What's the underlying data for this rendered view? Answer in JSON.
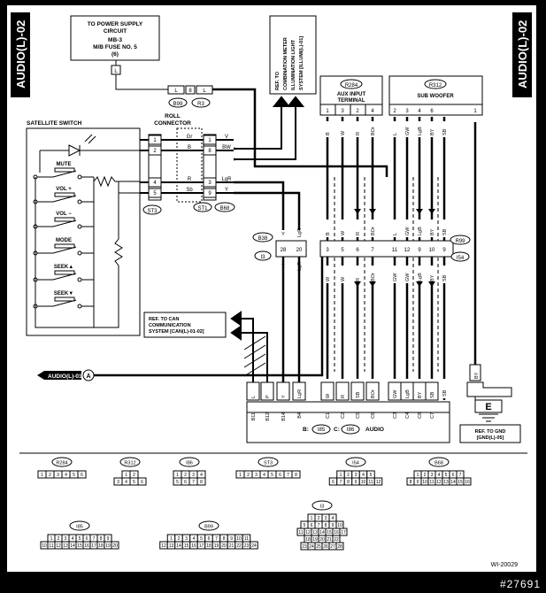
{
  "tabs": {
    "left": "AUDIO(L)-02",
    "right": "AUDIO(L)-02"
  },
  "power": {
    "line1": "TO POWER SUPPLY",
    "line2": "CIRCUIT",
    "line3": "MB-3",
    "line4": "M/B FUSE NO. 5",
    "line5": "(6)"
  },
  "refs": {
    "illum": [
      "REF. TO",
      "COMBINATION METER",
      "ILLUMINATION LIGHT",
      "SYSTEM [ILLUMI(L)-01]"
    ],
    "can": [
      "REF. TO CAN",
      "COMMUNICATION",
      "SYSTEM [CAN(L)-01-02]"
    ],
    "gnd": [
      "REF. TO GND",
      "[GND(L)-05]"
    ]
  },
  "blocks": {
    "satellite": "SATELLITE SWITCH",
    "roll": [
      "ROLL",
      "CONNECTOR"
    ],
    "aux": [
      "AUX INPUT",
      "TERMINAL"
    ],
    "sub": "SUB WOOFER",
    "audio": "AUDIO"
  },
  "switch_labels": [
    "MUTE",
    "VOL +",
    "VOL −",
    "MODE",
    "SEEK▲",
    "SEEK▼"
  ],
  "connectors": {
    "b99": "B99",
    "r3": "R3",
    "st3": "ST3",
    "st1": "ST1",
    "b68": "B68",
    "b38": "B38",
    "i3": "I3",
    "r284": "R284",
    "r312": "R312",
    "r99": "R99",
    "i54": "I54",
    "b": "B:",
    "i85": "I85",
    "c": "C:",
    "i86": "I86",
    "a": "A",
    "audio_l01": "AUDIO(L)-01",
    "e": "E"
  },
  "wire_colors": {
    "L": "L",
    "V": "V",
    "BW": "BW",
    "Gr": "Gr",
    "B": "B",
    "R": "R",
    "Sb": "Sb",
    "LgR": "LgR",
    "Y": "Y",
    "W": "W",
    "SB": "SB",
    "BOr": "BOr",
    "GW": "GW",
    "LgB": "LgB",
    "BY": "BY",
    "P": "P"
  },
  "pins": {
    "roll_left": [
      "1",
      "2",
      "4",
      "5"
    ],
    "roll_right": [
      "1",
      "8",
      "3",
      "9"
    ],
    "aux": [
      "1",
      "3",
      "2",
      "4"
    ],
    "sub": [
      "2",
      "3",
      "4",
      "6",
      "1"
    ],
    "b38_i3": [
      "28",
      "20"
    ],
    "r99_i54": [
      "11",
      "12",
      "9",
      "10"
    ],
    "mid_aux": [
      "3",
      "5",
      "6",
      "7"
    ],
    "audio": [
      "B11",
      "B12",
      "B14",
      "B4",
      "C1",
      "C2",
      "C5",
      "C6",
      "C3",
      "C4",
      "C8",
      "C7"
    ]
  },
  "footer": {
    "diagram_id": "WI-20029",
    "watermark": "#27691",
    "r284_pins": [
      "1",
      "2",
      "3",
      "4",
      "5",
      "6"
    ],
    "r312_pins": [
      "1",
      "2",
      "3",
      "4",
      "5",
      "6"
    ],
    "st3_pins": [
      "1",
      "2",
      "3",
      "4",
      "5",
      "6",
      "7",
      "8"
    ],
    "i54_top": [
      "1",
      "2",
      "3",
      "4",
      "5"
    ],
    "i54_bottom": [
      "6",
      "7",
      "8",
      "9",
      "10",
      "11",
      "12"
    ],
    "b68_top": [
      "1",
      "2",
      "3",
      "4",
      "5",
      "6",
      "7"
    ],
    "b68_bottom": [
      "8",
      "9",
      "10",
      "11",
      "12",
      "13",
      "14",
      "15",
      "16"
    ],
    "i86_top": [
      "1",
      "2",
      "3",
      "4"
    ],
    "i86_bottom": [
      "5",
      "6",
      "7",
      "8"
    ],
    "i85_top": [
      "1",
      "2",
      "3",
      "4",
      "5",
      "6",
      "7",
      "8",
      "9"
    ],
    "i85_bottom": [
      "10",
      "11",
      "12",
      "13",
      "14",
      "15",
      "16",
      "17",
      "18",
      "19",
      "20"
    ],
    "b99_top": [
      "1",
      "2",
      "3",
      "4",
      "5",
      "6",
      "7",
      "8",
      "9",
      "10",
      "11"
    ],
    "b99_bottom": [
      "12",
      "13",
      "14",
      "15",
      "16",
      "17",
      "18",
      "19",
      "20",
      "21",
      "22",
      "23",
      "24"
    ],
    "i3_r1": [
      "1",
      "2",
      "3",
      "4"
    ],
    "i3_r2": [
      "5",
      "6",
      "7",
      "8",
      "9",
      "10"
    ],
    "i3_r3": [
      "11",
      "12",
      "13",
      "14",
      "15",
      "16",
      "17"
    ],
    "i3_r4": [
      "18",
      "19",
      "20",
      "21",
      "22"
    ],
    "i3_r5": [
      "23",
      "24",
      "25",
      "26",
      "27",
      "28"
    ]
  }
}
